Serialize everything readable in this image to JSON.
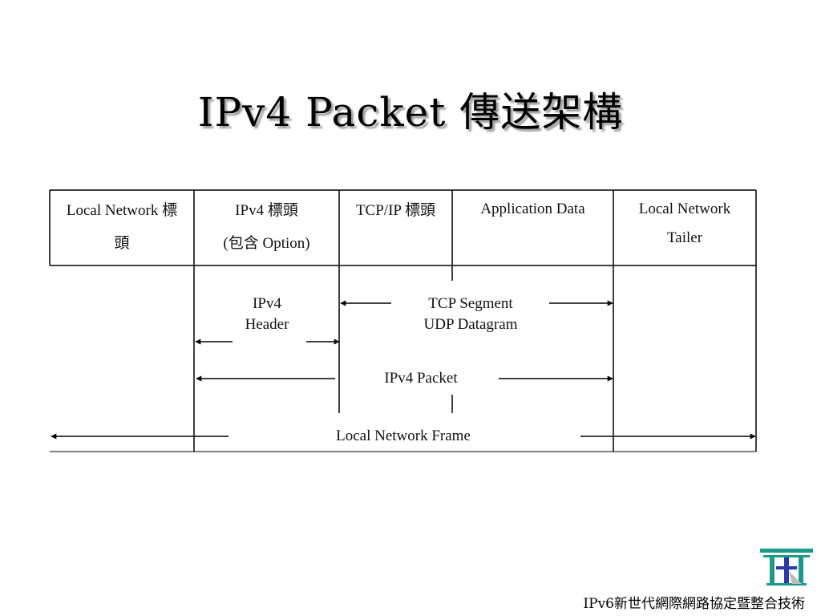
{
  "slide": {
    "title": "IPv4 Packet 傳送架構",
    "footer": "IPv6新世代網際網路協定暨整合技術"
  },
  "diagram": {
    "columns": [
      {
        "line1": "Local Network 標",
        "line2": "頭"
      },
      {
        "line1": "IPv4 標頭",
        "line2": "(包含 Option)"
      },
      {
        "line1": "TCP/IP 標頭",
        "line2": ""
      },
      {
        "line1": "Application Data",
        "line2": ""
      },
      {
        "line1": "Local Network",
        "line2": "Tailer"
      }
    ],
    "spans": {
      "ipv4_header": [
        "IPv4",
        "Header"
      ],
      "segment": [
        "TCP Segment",
        "UDP Datagram"
      ],
      "packet": "IPv4 Packet",
      "frame": "Local Network Frame"
    }
  },
  "colors": {
    "line": "#000000",
    "title_shadow": "#9a9a9a",
    "logo_teal": "#1a9a8a",
    "logo_blue": "#2a3aa8"
  }
}
